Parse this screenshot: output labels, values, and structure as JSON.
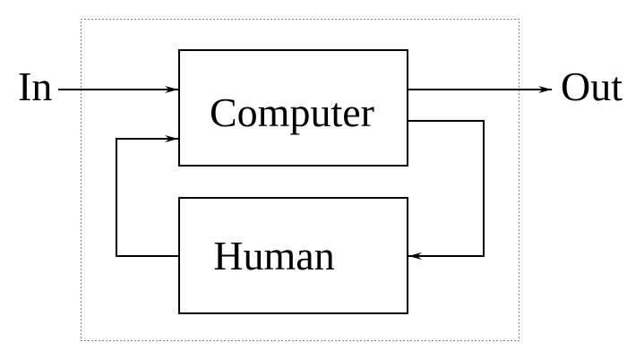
{
  "diagram": {
    "input_label": "In",
    "output_label": "Out",
    "nodes": [
      {
        "id": "computer",
        "label": "Computer"
      },
      {
        "id": "human",
        "label": "Human"
      }
    ],
    "edges": [
      {
        "from": "In",
        "to": "computer"
      },
      {
        "from": "computer",
        "to": "Out"
      },
      {
        "from": "computer",
        "to": "human"
      },
      {
        "from": "human",
        "to": "computer"
      }
    ],
    "colors": {
      "stroke": "#000000",
      "background": "#ffffff"
    }
  }
}
